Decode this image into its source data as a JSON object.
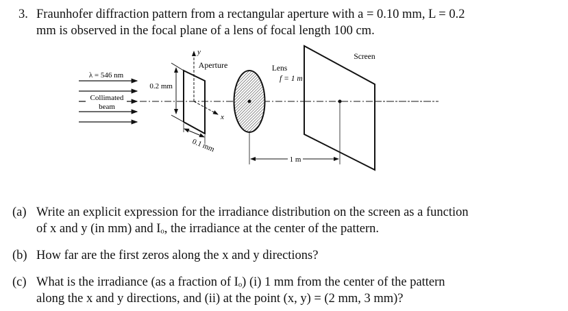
{
  "problem": {
    "number": "3.",
    "line1": "Fraunhofer diffraction pattern from a rectangular aperture with a = 0.10 mm, L = 0.2",
    "line2": "mm is observed in the focal plane of a lens of focal length 100 cm."
  },
  "diagram": {
    "wavelength": "λ = 546 nm",
    "beam_label_1": "Collimated",
    "beam_label_2": "beam",
    "aperture": "Aperture",
    "y_axis": "y",
    "x_axis": "x",
    "height_dim": "0.2 mm",
    "width_dim": "0.1 mm",
    "lens": "Lens",
    "focal": "f = 1 m",
    "screen": "Screen",
    "distance": "1 m"
  },
  "parts": [
    {
      "label": "(a)",
      "line1": "Write an explicit expression for the irradiance distribution on the screen as a function",
      "line2": "of x and y (in mm) and Iₒ, the irradiance at the center of the pattern."
    },
    {
      "label": "(b)",
      "line1": "How far are the first zeros along the x and y directions?"
    },
    {
      "label": "(c)",
      "line1": "What is the irradiance (as a fraction of Iₒ) (i) 1 mm from the center of the pattern",
      "line2": "along the x and y directions, and (ii) at the point (x, y) = (2 mm, 3 mm)?"
    }
  ]
}
